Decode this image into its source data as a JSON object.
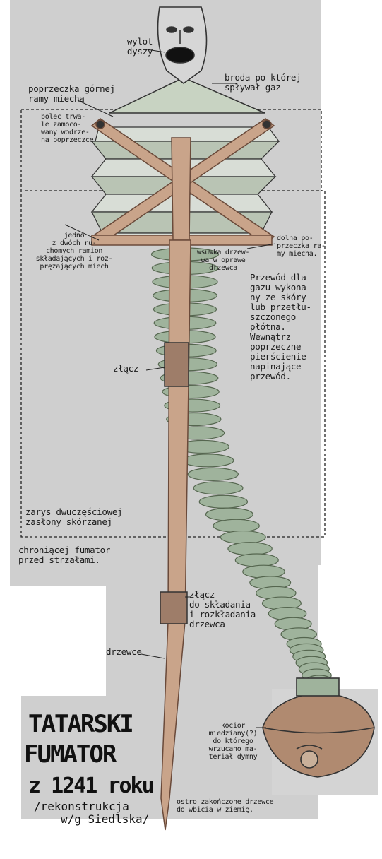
{
  "labels": {
    "wylot_dyszy": "wylot\ndyszy",
    "poprzeczka_gornej": "poprzeczka górnej\nramy miecha",
    "broda": "broda po której\nspływał gaz",
    "bolec": "bolec trwa-\nle zamoco-\nwany wodrze-\nna poprzeczce",
    "jedno_z_dwoch": "jedno\nz dwóch ru-\nchomych ramion\nskładających i roz-\nprężających miech",
    "dolna_poprzeczka": "dolna po-\nprzeczka ra-\nmy miecha.",
    "wsuwka": "wsuwka drzew-\nwa w oprawę\ndrzewca",
    "przewod": "Przewód dla\ngazu wykona-\nny ze skóry\nlub przetłu-\nszczonego\npłótna.\nWewnątrz\npoprzeczne\npierścienie\nnapinające\nprzewód.",
    "zlacz_1": "złącz",
    "zarys": "zarys dwuczęściowej\nzasłony skórzanej",
    "chroniacej": "chroniącej fumator\nprzed strzałami.",
    "zlacz_2": "złącz\ndo składania\ni rozkładania\ndrzewca",
    "drzewce": "drzewce",
    "kocior": "kocior\nmiedziany(?)\ndo którego\nwrzucano ma-\nteriał dymny",
    "ostro": "ostro zakończone drzewce\ndo wbicia w ziemię."
  },
  "title": {
    "line1": "TATARSKI",
    "line2": "FUMATOR",
    "line3": "z 1241 roku",
    "line4": "/rekonstrukcja",
    "line5": "w/g Siedlska/"
  },
  "colors": {
    "paper": "#cfcfcf",
    "hose": "#9fb39c",
    "hose_dark": "#55664f",
    "wood": "#c9a48a",
    "wood_dark": "#7a5a48",
    "cauldron": "#b08a70",
    "ink": "#1a1a1a"
  }
}
